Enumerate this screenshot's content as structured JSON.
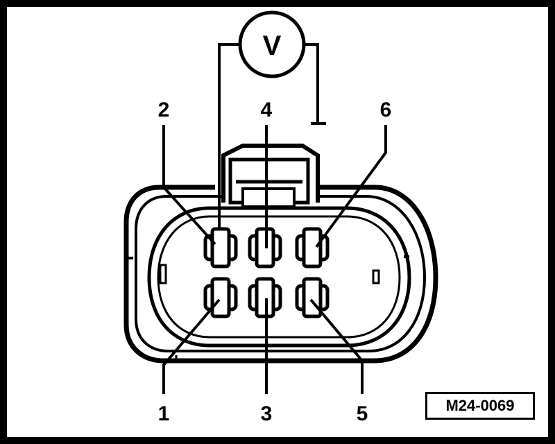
{
  "meter": {
    "label": "V"
  },
  "pins": {
    "p1": "1",
    "p2": "2",
    "p3": "3",
    "p4": "4",
    "p5": "5",
    "p6": "6"
  },
  "reference_code": "M24-0069"
}
